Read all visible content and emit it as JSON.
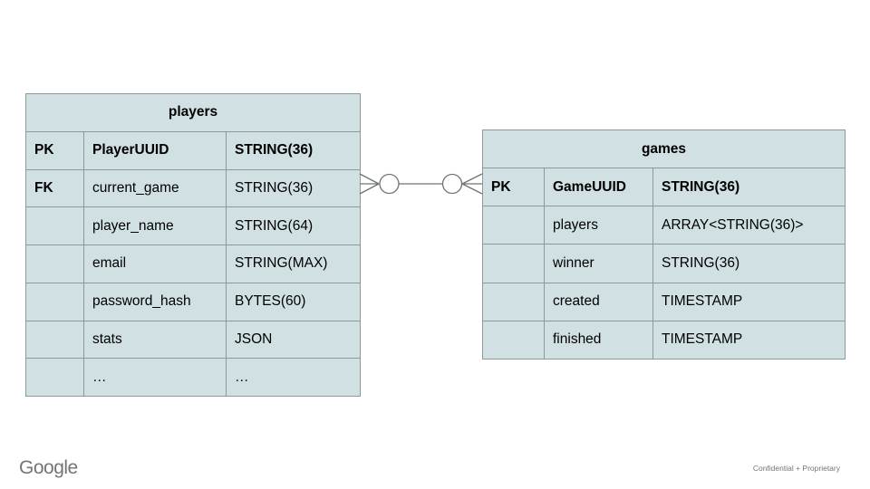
{
  "slide": {
    "footer": {
      "logo": "Google",
      "confidential": "Confidential + Proprietary"
    }
  },
  "colors": {
    "cell_fill": "#d0e0e3",
    "cell_border": "#8d9899",
    "text": "#000000",
    "connector": "#6e7373",
    "footer_text": "#757575"
  },
  "players": {
    "title": "players",
    "rows": [
      {
        "key": "PK",
        "name": "PlayerUUID",
        "type": "STRING(36)"
      },
      {
        "key": "FK",
        "name": "current_game",
        "type": "STRING(36)"
      },
      {
        "key": "",
        "name": "player_name",
        "type": "STRING(64)"
      },
      {
        "key": "",
        "name": "email",
        "type": "STRING(MAX)"
      },
      {
        "key": "",
        "name": "password_hash",
        "type": "BYTES(60)"
      },
      {
        "key": "",
        "name": "stats",
        "type": "JSON"
      },
      {
        "key": "",
        "name": "…",
        "type": "…"
      }
    ]
  },
  "games": {
    "title": "games",
    "rows": [
      {
        "key": "PK",
        "name": "GameUUID",
        "type": "STRING(36)"
      },
      {
        "key": "",
        "name": "players",
        "type": "ARRAY<STRING(36)>"
      },
      {
        "key": "",
        "name": "winner",
        "type": "STRING(36)"
      },
      {
        "key": "",
        "name": "created",
        "type": "TIMESTAMP"
      },
      {
        "key": "",
        "name": "finished",
        "type": "TIMESTAMP"
      }
    ]
  },
  "relationship": {
    "from": "players.current_game",
    "to": "games.GameUUID",
    "cardinality": "zero-or-many to zero-or-many",
    "notation": "crow's foot with zero circles at both ends"
  }
}
